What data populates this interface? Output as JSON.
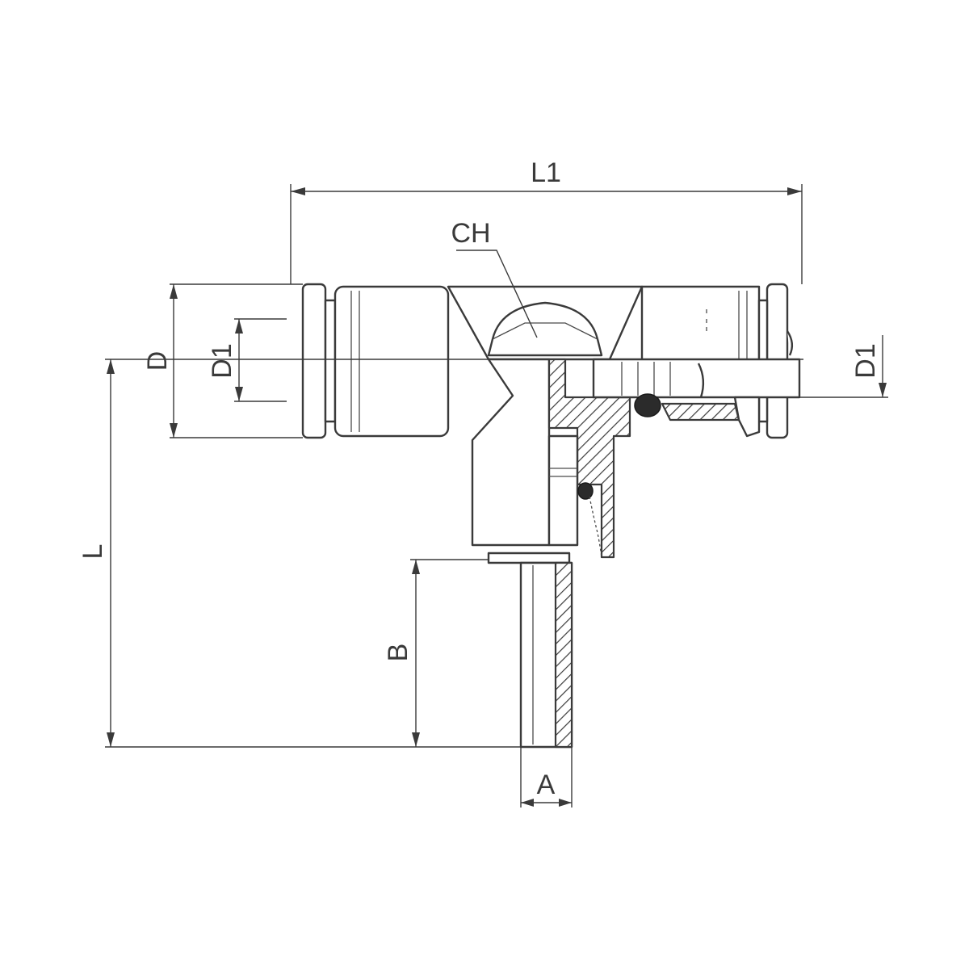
{
  "labels": {
    "L1": "L1",
    "CH": "CH",
    "D": "D",
    "D1_left": "D1",
    "D1_right": "D1",
    "L": "L",
    "B": "B",
    "A": "A"
  },
  "colors": {
    "line": "#3a3a3a",
    "seal": "#2b2b2b",
    "background": "#ffffff"
  }
}
